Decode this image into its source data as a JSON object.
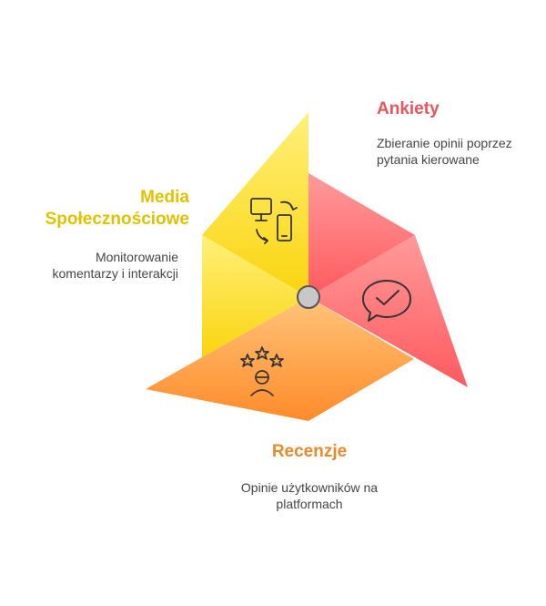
{
  "colors": {
    "red": "#e8555c",
    "yellow": "#e2c200",
    "orange": "#e78a2c",
    "hub": "#c8c8c8",
    "icon_stroke": "#333333"
  },
  "sections": {
    "ankiety": {
      "title": "Ankiety",
      "description": "Zbieranie opinii poprzez pytania kierowane",
      "icon": "chat-checkmark-icon"
    },
    "media": {
      "title": "Media Społecznościowe",
      "description": "Monitorowanie komentarzy i interakcji",
      "icon": "devices-sync-icon"
    },
    "recenzje": {
      "title": "Recenzje",
      "description": "Opinie użytkowników na platformach",
      "icon": "star-rating-person-icon"
    }
  }
}
